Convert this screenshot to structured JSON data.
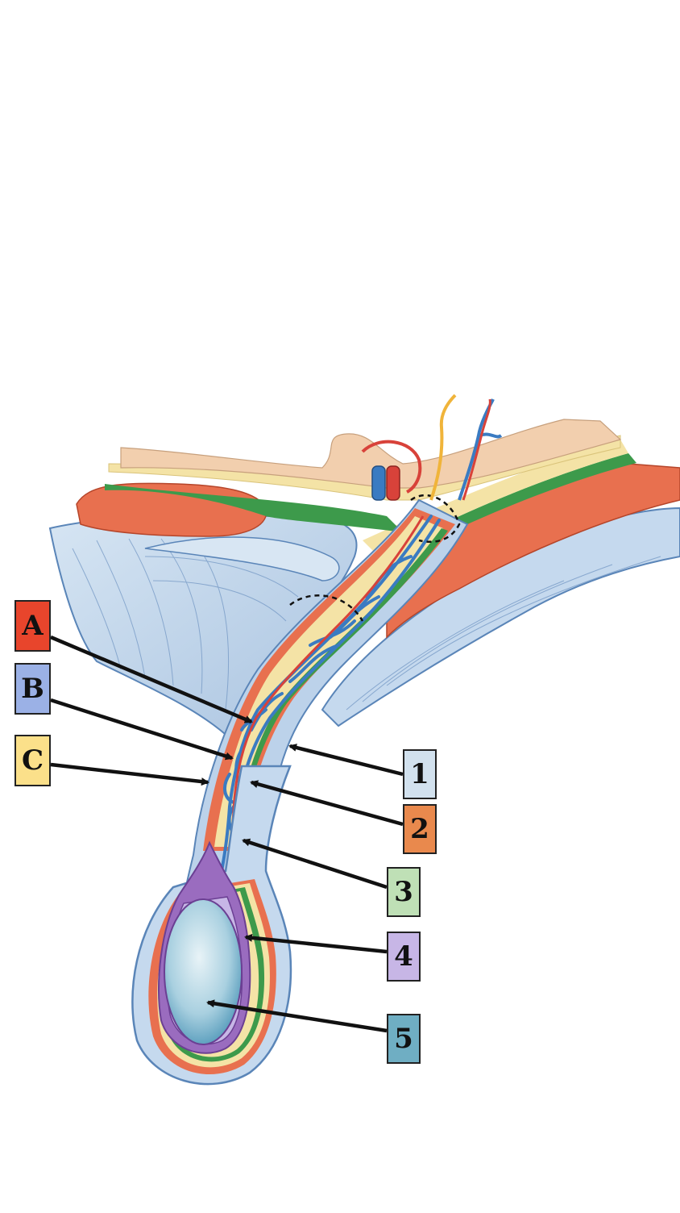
{
  "labels": {
    "A": {
      "text": "A",
      "color": "#e8452c"
    },
    "B": {
      "text": "B",
      "color": "#9bb1e6"
    },
    "C": {
      "text": "C",
      "color": "#fbe08a"
    },
    "n1": {
      "text": "1",
      "color": "#d2e1ee"
    },
    "n2": {
      "text": "2",
      "color": "#e9894d"
    },
    "n3": {
      "text": "3",
      "color": "#bfe0b6"
    },
    "n4": {
      "text": "4",
      "color": "#c7b6e6"
    },
    "n5": {
      "text": "5",
      "color": "#6faec3"
    }
  },
  "colors": {
    "fascia_blue": "#bcd2ea",
    "fascia_dark": "#5a85b8",
    "muscle_red": "#e8704f",
    "fat_yellow": "#f4e3a6",
    "skin_tan": "#f2cfae",
    "green_layer": "#3d9a4b",
    "vein_blue": "#3a7bc2",
    "artery_red": "#d8423a",
    "tunica_purple": "#9a6cbf",
    "testis_blue": "#8fc2d8",
    "arrow": "#111111"
  }
}
